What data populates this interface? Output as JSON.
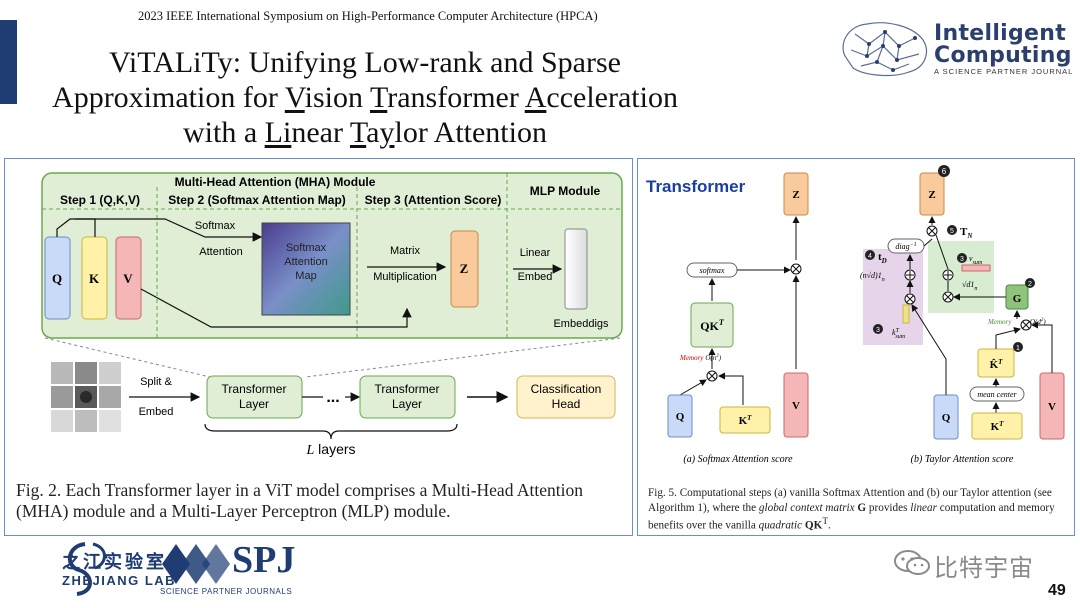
{
  "header": {
    "conference": "2023 IEEE International Symposium on High-Performance Computer Architecture (HPCA)",
    "title_line1": "ViTALiTy: Unifying Low-rank and Sparse",
    "title_line2_a": "Approximation for ",
    "title_line2_v": "V",
    "title_line2_b": "ision ",
    "title_line2_t": "T",
    "title_line2_c": "ransformer ",
    "title_line2_A": "A",
    "title_line2_d": "cceleration",
    "title_line3_a": "with a ",
    "title_line3_li": "Li",
    "title_line3_b": "near ",
    "title_line3_ta": "T",
    "title_line3_c": "a",
    "title_line3_y": "y",
    "title_line3_d": "lor Attention"
  },
  "journal_logo": {
    "line1": "Intelligent",
    "line2": "Computing",
    "subtitle": "A SCIENCE PARTNER JOURNAL"
  },
  "fig2": {
    "module_title": "Multi-Head Attention (MHA) Module",
    "mlp_title": "MLP Module",
    "step1": "Step 1 (Q,K,V)",
    "step2": "Step 2 (Softmax Attention Map)",
    "step3": "Step 3 (Attention Score)",
    "q": "Q",
    "k": "K",
    "v": "V",
    "softmax_label_1": "Softmax",
    "softmax_label_2": "Attention",
    "map_line1": "Softmax",
    "map_line2": "Attention",
    "map_line3": "Map",
    "matrix_line1": "Matrix",
    "matrix_line2": "Multiplication",
    "z": "Z",
    "linear_line1": "Linear",
    "linear_line2": "Embed",
    "embeddigs": "Embeddigs",
    "split_line1": "Split &",
    "split_line2": "Embed",
    "layer1_line1": "Transformer",
    "layer1_line2": "Layer",
    "ellipsis": "...",
    "layer2_line1": "Transformer",
    "layer2_line2": "Layer",
    "head_line1": "Classification",
    "head_line2": "Head",
    "l_var": "L",
    "l_text": " layers",
    "caption": "Fig. 2.   Each Transformer layer in a ViT model comprises a Multi-Head Attention (MHA) module and a Multi-Layer Perceptron (MLP) module."
  },
  "fig5": {
    "title": "Transformer",
    "a_z": "Z",
    "a_softmax": "softmax",
    "a_qkt": "QK",
    "a_qkt_sup": "T",
    "a_memory": "Memory",
    "a_mem_val": "O(n",
    "a_mem_sup": "2",
    "a_mem_end": ")",
    "a_q": "Q",
    "a_kt": "K",
    "a_kt_sup": "T",
    "a_v": "V",
    "a_caption": "(a) Softmax Attention score",
    "b_z": "Z",
    "b_badge6": "6",
    "b_badge5": "5",
    "b_tn": "T",
    "b_tn_sub": "N",
    "b_badge4": "4",
    "b_td": "t",
    "b_td_sub": "D",
    "b_diag": "diag",
    "b_diag_sup": "−1",
    "b_nd": "(n√d)1",
    "b_nd_sub": "n",
    "b_badge3a": "3",
    "b_vsum": "v",
    "b_vsum_sub": "sum",
    "b_d1": "√d1",
    "b_d1_sub": "n",
    "b_badge3b": "3",
    "b_ksum": "k",
    "b_ksum_sup": "T",
    "b_ksum_sub": "sum",
    "b_g": "G",
    "b_badge2": "2",
    "b_memory": "Memory",
    "b_mem_val": "O(d",
    "b_mem_sup": "2",
    "b_mem_end": ")",
    "b_badge1": "1",
    "b_khat": "K̂",
    "b_khat_sup": "T",
    "b_mean": "mean center",
    "b_q": "Q",
    "b_kt": "K",
    "b_kt_sup": "T",
    "b_v": "V",
    "b_caption": "(b) Taylor Attention score",
    "caption_1": "Fig. 5.  Computational steps (a) vanilla Softmax Attention and (b) our Taylor attention (see Algorithm 1), where the ",
    "caption_it1": "global context matrix ",
    "caption_g": "G",
    "caption_2": " provides ",
    "caption_it2": "linear",
    "caption_3": " computation and memory benefits over the vanilla ",
    "caption_it3": "quadratic",
    "caption_qk": " QK",
    "caption_qk_sup": "T",
    "caption_end": "."
  },
  "footer": {
    "zj_cn": "之江实验室",
    "zj_en": "ZHEJIANG LAB",
    "spj": "SPJ",
    "spj_sub": "SCIENCE PARTNER JOURNALS",
    "watermark": "比特宇宙",
    "page_number": "49"
  },
  "colors": {
    "navy": "#1f3d73",
    "mha_green": "#dfeed4",
    "green_border": "#6aa84f",
    "q_blue": "#c9daf8",
    "k_yellow": "#fff2a8",
    "v_red": "#f4b6b6",
    "z_orange": "#f9cb9c",
    "classification": "#fff2cc",
    "transformer_blue": "#1a3fa0",
    "badge": "#222222"
  }
}
